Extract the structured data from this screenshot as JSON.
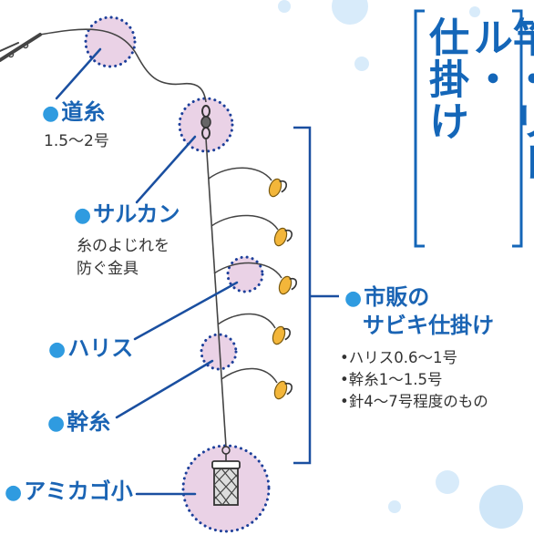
{
  "title": {
    "col1": "竿・リール・",
    "col2": "仕掛け"
  },
  "labels": {
    "michiito": {
      "name": "道糸",
      "detail": "1.5〜2号"
    },
    "sarukan": {
      "name": "サルカン",
      "detail_lines": [
        "糸のよじれを",
        "防ぐ金具"
      ]
    },
    "harisu": {
      "name": "ハリス"
    },
    "mikiito": {
      "name": "幹糸"
    },
    "amikago": {
      "name": "アミカゴ小"
    },
    "sabiki": {
      "name_lines": [
        "市販の",
        "サビキ仕掛け"
      ],
      "specs": [
        "•ハリス0.6〜1号",
        "•幹糸1〜1.5号",
        "•針4〜7号程度のもの"
      ]
    }
  },
  "colors": {
    "accent_blue": "#1a64b4",
    "dot_blue": "#2f9be0",
    "highlight_pink": "#ead2e6",
    "bubble_blue": "#cfe6f8",
    "hook_yellow": "#f3b63a"
  }
}
